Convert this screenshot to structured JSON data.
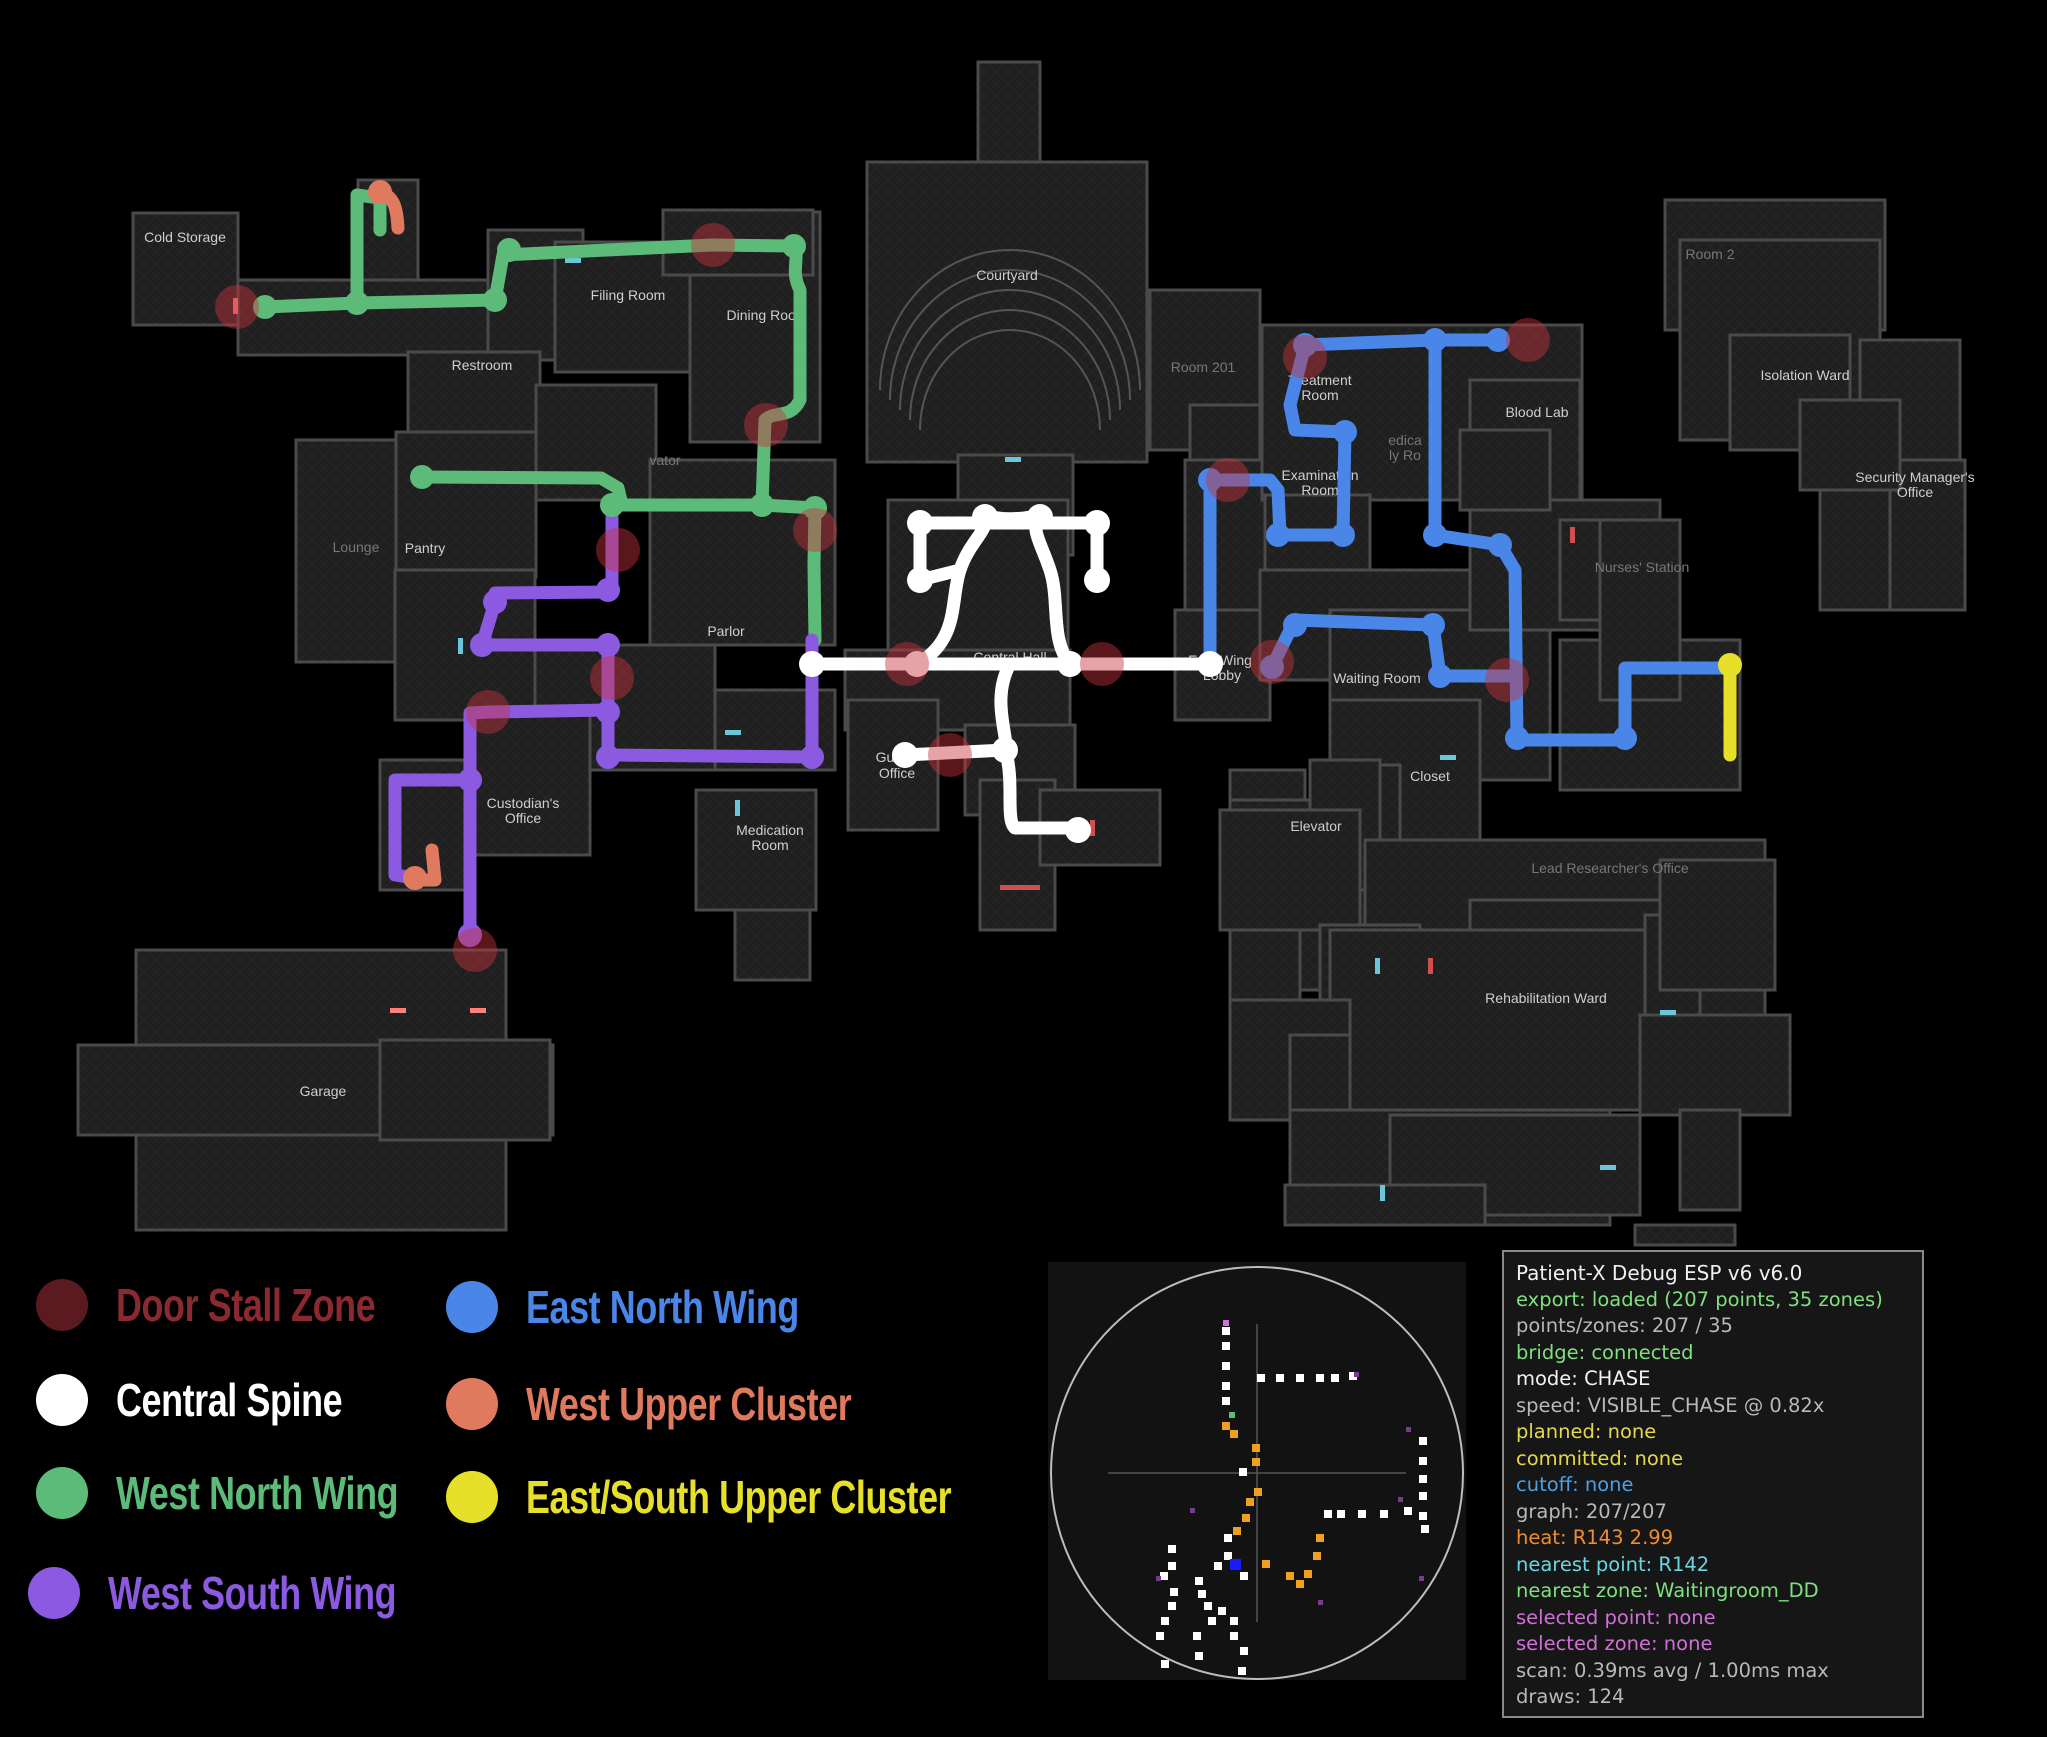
{
  "room_labels": [
    {
      "id": "cold-storage",
      "text": "Cold Storage"
    },
    {
      "id": "filing-room",
      "text": "Filing Room"
    },
    {
      "id": "dining-room",
      "text": "Dining Room"
    },
    {
      "id": "courtyard",
      "text": "Courtyard"
    },
    {
      "id": "room-201",
      "text": "Room 201"
    },
    {
      "id": "restroom",
      "text": "Restroom"
    },
    {
      "id": "elevator-west",
      "text": "vator"
    },
    {
      "id": "lounge",
      "text": "Lounge"
    },
    {
      "id": "pantry",
      "text": "Pantry"
    },
    {
      "id": "parlor",
      "text": "Parlor"
    },
    {
      "id": "central-hall",
      "text": "Central Hall"
    },
    {
      "id": "east-wing-lobby-a",
      "text": "East Wing"
    },
    {
      "id": "east-wing-lobby-b",
      "text": "Lobby"
    },
    {
      "id": "treatment-room-a",
      "text": "Treatment"
    },
    {
      "id": "treatment-room-b",
      "text": "Room"
    },
    {
      "id": "examination-room-a",
      "text": "Examination"
    },
    {
      "id": "examination-room-b",
      "text": "Room"
    },
    {
      "id": "blood-lab",
      "text": "Blood Lab"
    },
    {
      "id": "isolation-ward",
      "text": "Isolation Ward"
    },
    {
      "id": "room-2",
      "text": "Room 2"
    },
    {
      "id": "security-office-a",
      "text": "Security Manager's"
    },
    {
      "id": "security-office-b",
      "text": "Office"
    },
    {
      "id": "nurses-station",
      "text": "Nurses' Station"
    },
    {
      "id": "waiting-room",
      "text": "Waiting Room"
    },
    {
      "id": "closet",
      "text": "Closet"
    },
    {
      "id": "elevator-east",
      "text": "Elevator"
    },
    {
      "id": "lead-researcher",
      "text": "Lead Researcher's Office"
    },
    {
      "id": "rehab-ward",
      "text": "Rehabilitation Ward"
    },
    {
      "id": "guard-office-a",
      "text": "Gu"
    },
    {
      "id": "guard-office-b",
      "text": "Office"
    },
    {
      "id": "medication-room-a",
      "text": "Medication"
    },
    {
      "id": "medication-room-b",
      "text": "Room"
    },
    {
      "id": "custodians-office-a",
      "text": "Custodian's"
    },
    {
      "id": "custodians-office-b",
      "text": "Office"
    },
    {
      "id": "garage",
      "text": "Garage"
    },
    {
      "id": "medical-frag-a",
      "text": "edica"
    },
    {
      "id": "medical-frag-b",
      "text": "ly Ro"
    }
  ],
  "legend": [
    {
      "id": "door-stall-zone",
      "label": "Door Stall Zone",
      "color": "#5a1a1f",
      "text_color": "#8a2a30"
    },
    {
      "id": "east-north-wing",
      "label": "East North Wing",
      "color": "#4a86e8",
      "text_color": "#4a86e8"
    },
    {
      "id": "central-spine",
      "label": "Central Spine",
      "color": "#ffffff",
      "text_color": "#ffffff"
    },
    {
      "id": "west-upper-cluster",
      "label": "West Upper Cluster",
      "color": "#e07a5f",
      "text_color": "#e07a5f"
    },
    {
      "id": "west-north-wing",
      "label": "West North Wing",
      "color": "#5dbb7a",
      "text_color": "#5dbb7a"
    },
    {
      "id": "east-south-upper-cluster",
      "label": "East/South Upper Cluster",
      "color": "#e6e02a",
      "text_color": "#e6e02a"
    },
    {
      "id": "west-south-wing",
      "label": "West South Wing",
      "color": "#8c5ae0",
      "text_color": "#8c5ae0"
    }
  ],
  "debug": {
    "title": "Patient-X Debug ESP v6 v6.0",
    "lines": [
      {
        "text": "export: loaded (207 points, 35 zones)",
        "color": "#7ee07e"
      },
      {
        "text": "points/zones: 207 / 35",
        "color": "#b8b8b8"
      },
      {
        "text": "bridge: connected",
        "color": "#7ee07e"
      },
      {
        "text": "mode: CHASE",
        "color": "#f2f2f2"
      },
      {
        "text": "speed: VISIBLE_CHASE @ 0.82x",
        "color": "#b8b8b8"
      },
      {
        "text": "planned: none",
        "color": "#e6d84a"
      },
      {
        "text": "committed: none",
        "color": "#e6d84a"
      },
      {
        "text": "cutoff: none",
        "color": "#4aa0e6"
      },
      {
        "text": "graph: 207/207",
        "color": "#b8b8b8"
      },
      {
        "text": "heat: R143 2.99",
        "color": "#f08c30"
      },
      {
        "text": "nearest point: R142",
        "color": "#6ad6e0"
      },
      {
        "text": "nearest zone: Waitingroom_DD",
        "color": "#7ee07e"
      },
      {
        "text": "selected point: none",
        "color": "#d070d8"
      },
      {
        "text": "selected zone: none",
        "color": "#d070d8"
      },
      {
        "text": "scan: 0.39ms avg / 1.00ms max",
        "color": "#b8b8b8"
      },
      {
        "text": "draws: 124",
        "color": "#b8b8b8"
      }
    ]
  },
  "colors": {
    "route_white": "#ffffff",
    "route_green": "#5dbb7a",
    "route_purple": "#8c5ae0",
    "route_blue": "#4a86e8",
    "route_orange": "#e07a5f",
    "route_yellow": "#e6e02a",
    "door_zone": "#c8323c",
    "radar_orange": "#f0a020",
    "radar_blue": "#1a1aff"
  }
}
